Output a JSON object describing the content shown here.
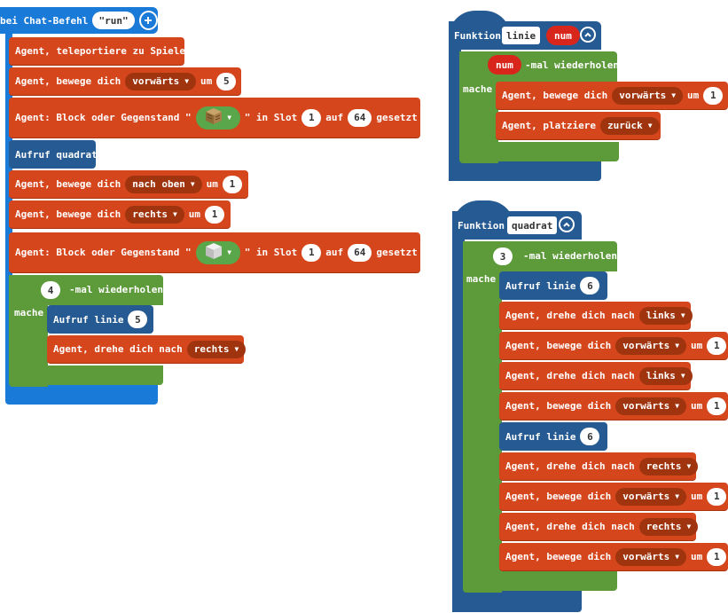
{
  "colors": {
    "agent": "#d5461d",
    "loop": "#5c9a3a",
    "function": "#255a92",
    "event": "#1a7ad8",
    "dropdown": "#a0340f",
    "param": "#d9261c"
  },
  "event_block": {
    "label": "bei Chat-Befehl",
    "command": "\"run\"",
    "add_icon": "plus-circle-icon",
    "blocks": {
      "teleport": "Agent, teleportiere zu Spieler",
      "move1": {
        "label": "Agent, bewege dich",
        "direction": "vorwärts",
        "um": "um",
        "amount": "5"
      },
      "slot1": {
        "prefix": "Agent: Block oder Gegenstand \"",
        "item_icon": "wood-planks-icon",
        "mid": "\" in Slot",
        "slot": "1",
        "auf": "auf",
        "count": "64",
        "suffix": "gesetzt"
      },
      "call_quadrat": {
        "label": "Aufruf quadrat"
      },
      "move2": {
        "label": "Agent, bewege dich",
        "direction": "nach oben",
        "um": "um",
        "amount": "1"
      },
      "move3": {
        "label": "Agent, bewege dich",
        "direction": "rechts",
        "um": "um",
        "amount": "1"
      },
      "slot2": {
        "prefix": "Agent: Block oder Gegenstand \"",
        "item_icon": "iron-block-icon",
        "mid": "\" in Slot",
        "slot": "1",
        "auf": "auf",
        "count": "64",
        "suffix": "gesetzt"
      },
      "repeat": {
        "count": "4",
        "label": "-mal wiederholen",
        "mache": "mache"
      },
      "call_linie": {
        "label": "Aufruf linie",
        "arg": "5"
      },
      "turn": {
        "label": "Agent, drehe dich nach",
        "direction": "rechts"
      }
    }
  },
  "func_linie": {
    "keyword": "Funktion",
    "name": "linie",
    "param": "num",
    "repeat_param": "num",
    "repeat_label": "-mal wiederholen",
    "mache": "mache",
    "move": {
      "label": "Agent, bewege dich",
      "direction": "vorwärts",
      "um": "um",
      "amount": "1"
    },
    "place": {
      "label": "Agent, platziere",
      "direction": "zurück"
    }
  },
  "func_quadrat": {
    "keyword": "Funktion",
    "name": "quadrat",
    "repeat_count": "3",
    "repeat_label": "-mal wiederholen",
    "mache": "mache",
    "call1": {
      "label": "Aufruf linie",
      "arg": "6"
    },
    "turn1": {
      "label": "Agent, drehe dich nach",
      "direction": "links"
    },
    "move1": {
      "label": "Agent, bewege dich",
      "direction": "vorwärts",
      "um": "um",
      "amount": "1"
    },
    "turn2": {
      "label": "Agent, drehe dich nach",
      "direction": "links"
    },
    "move2": {
      "label": "Agent, bewege dich",
      "direction": "vorwärts",
      "um": "um",
      "amount": "1"
    },
    "call2": {
      "label": "Aufruf linie",
      "arg": "6"
    },
    "turn3": {
      "label": "Agent, drehe dich nach",
      "direction": "rechts"
    },
    "move3": {
      "label": "Agent, bewege dich",
      "direction": "vorwärts",
      "um": "um",
      "amount": "1"
    },
    "turn4": {
      "label": "Agent, drehe dich nach",
      "direction": "rechts"
    },
    "move4": {
      "label": "Agent, bewege dich",
      "direction": "vorwärts",
      "um": "um",
      "amount": "1"
    }
  }
}
